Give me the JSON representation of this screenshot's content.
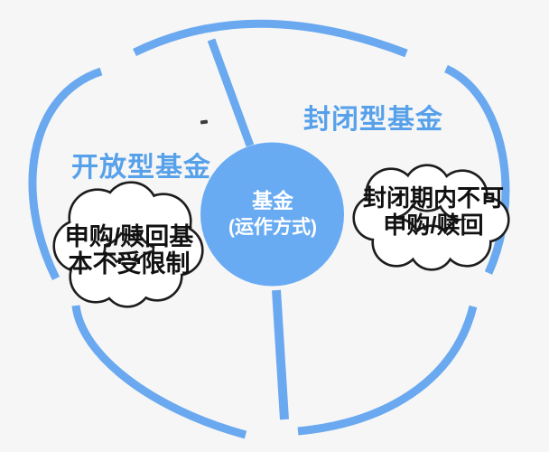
{
  "diagram": {
    "center": {
      "line1": "基金",
      "line2": "(运作方式)"
    },
    "branches": {
      "open": {
        "label": "开放型基金",
        "callout": {
          "line1": "申购/赎回基",
          "line2": "本不受限制"
        }
      },
      "closed": {
        "label": "封闭型基金",
        "callout": {
          "line1": "封闭期内不可",
          "line2": "申购/赎回"
        }
      }
    },
    "colors": {
      "background": "#f6f6f7",
      "ring_blue": "#6aa9ef",
      "circle_blue": "#69abf3",
      "label_blue": "#57a1ea",
      "cloud_outline": "#1d1d1d",
      "cloud_fill": "#ffffff",
      "text_dark": "#111111",
      "center_text": "#ffffff"
    }
  }
}
